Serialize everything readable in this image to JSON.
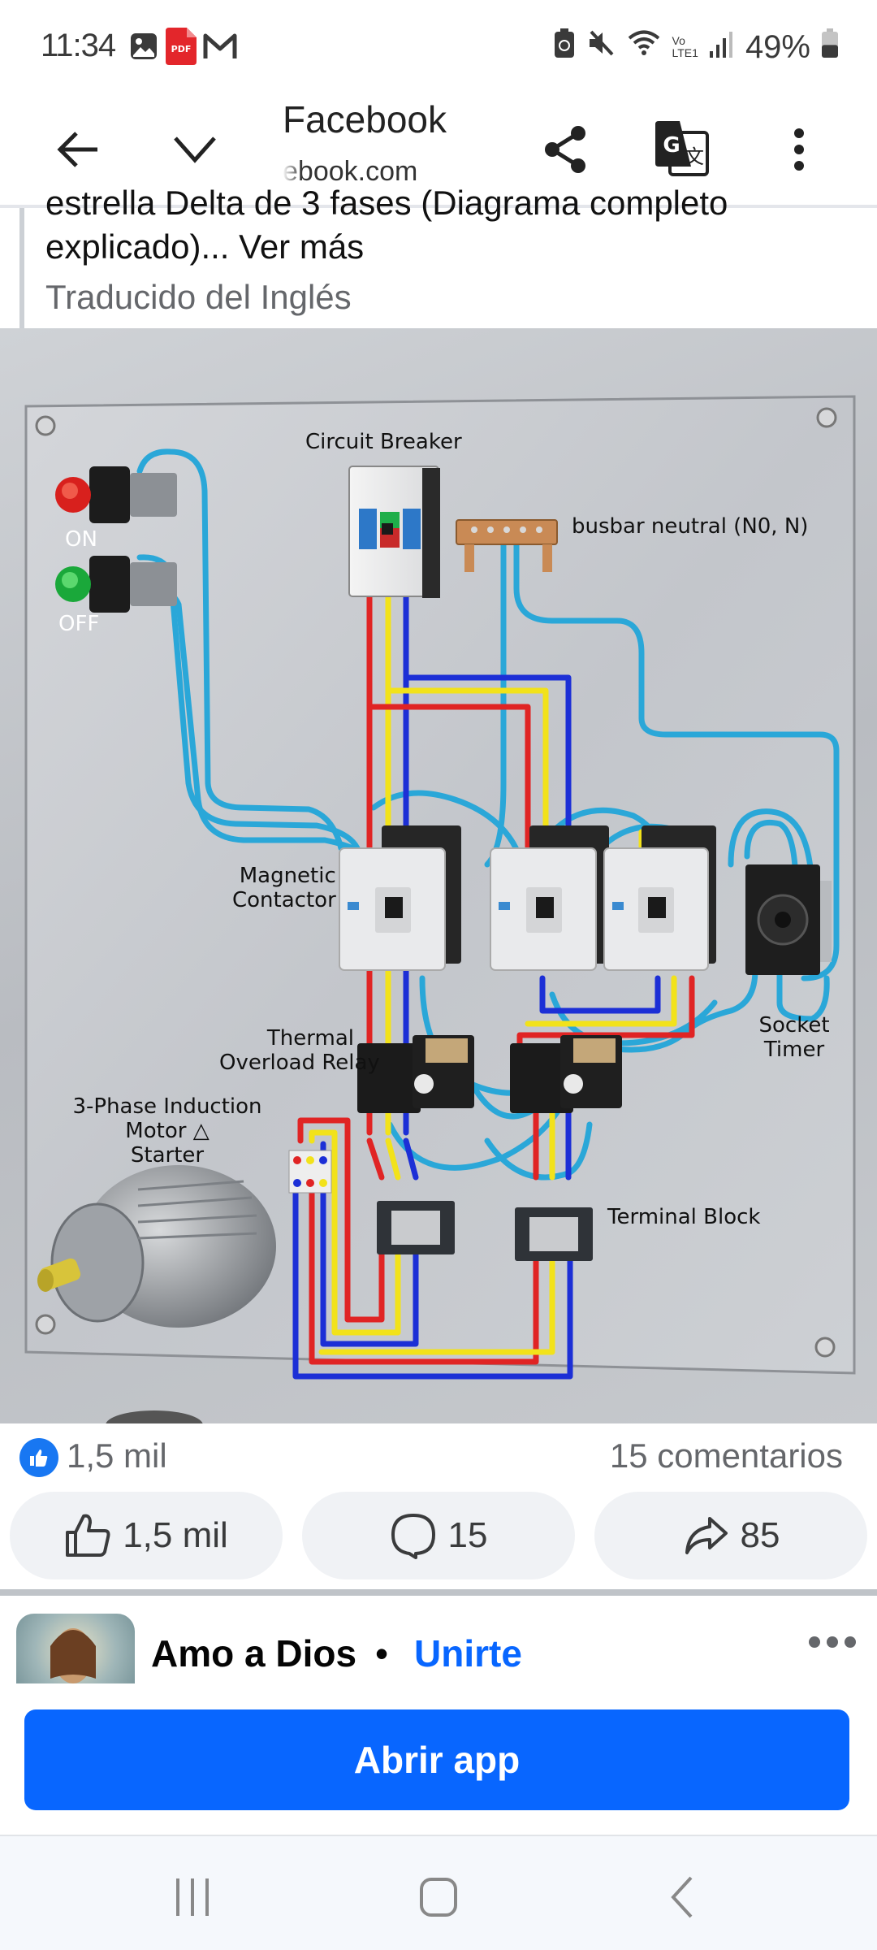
{
  "status_bar": {
    "time": "11:34",
    "left_icons": [
      "gallery-icon",
      "pdf-icon",
      "gmail-icon"
    ],
    "pdf_label": "PDF",
    "right_icons": [
      "battery-saver-icon",
      "mute-icon",
      "wifi-icon",
      "volte-icon",
      "signal-icon",
      "battery-icon"
    ],
    "volte_label_top": "Vo",
    "volte_label_bottom": "LTE1",
    "battery_percent": "49%",
    "battery_level": 0.49
  },
  "browser": {
    "title": "Facebook",
    "url": "facebook.com",
    "url_visible": "ebook.com",
    "buttons": [
      "back",
      "collapse",
      "share",
      "translate",
      "more"
    ]
  },
  "post": {
    "caption_line1": "estrella Delta de 3 fases (Diagrama completo",
    "caption_line2_text": "explicado)... ",
    "see_more": "Ver más",
    "translated_note": "Traducido del Inglés",
    "image_labels": {
      "circuit_breaker": "Circuit Breaker",
      "busbar": "busbar neutral (N0, N)",
      "on": "ON",
      "off": "OFF",
      "magnetic_contactor_1": "Magnetic",
      "magnetic_contactor_2": "Contactor",
      "thermal_1": "Thermal",
      "thermal_2": "Overload Relay",
      "motor_1": "3-Phase Induction",
      "motor_2": "Motor △",
      "motor_3": "Starter",
      "socket_1": "Socket",
      "socket_2": "Timer",
      "terminal_block": "Terminal Block"
    },
    "wire_colors": {
      "red": "#e02424",
      "yellow": "#f2e21a",
      "blue": "#1c2fd6",
      "control": "#2aa7d8"
    }
  },
  "reactions": {
    "like_count": "1,5 mil",
    "comments_summary": "15 comentarios",
    "actions": [
      {
        "icon": "like-icon",
        "label": "1,5 mil"
      },
      {
        "icon": "comment-icon",
        "label": "15"
      },
      {
        "icon": "share-icon",
        "label": "85"
      }
    ]
  },
  "next_post": {
    "page_name": "Amo a Dios",
    "separator": "•",
    "join_label": "Unirte"
  },
  "open_app": {
    "label": "Abrir app"
  },
  "colors": {
    "brand_blue": "#0866ff",
    "like_blue": "#1877f2",
    "secondary_text": "#65676b"
  }
}
